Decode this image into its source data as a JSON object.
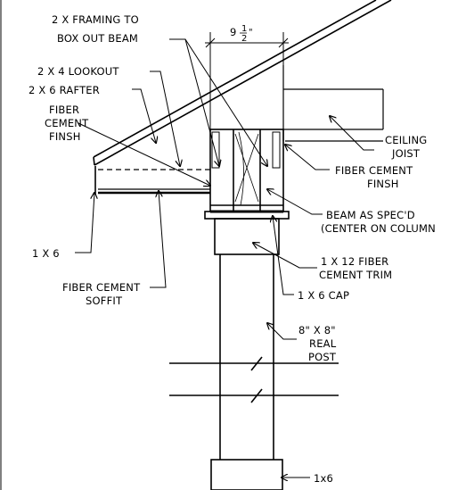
{
  "labels": {
    "framing_line1": "2 X FRAMING TO",
    "framing_line2": "BOX OUT BEAM",
    "dimension_whole": "9",
    "dimension_fraction_num": "1",
    "dimension_fraction_den": "2",
    "dimension_inch": "\"",
    "lookout": "2 X 4 LOOKOUT",
    "rafter": "2 X 6 RAFTER",
    "fiber_finish_1": "FIBER",
    "fiber_finish_2": "CEMENT",
    "fiber_finish_3": "FINSH",
    "ceiling_1": "CEILING",
    "ceiling_2": "JOIST",
    "fc_finish_1": "FIBER CEMENT",
    "fc_finish_2": "FINSH",
    "beam_1": "BEAM AS SPEC'D",
    "beam_2": "(CENTER ON COLUMN",
    "one_by_six": "1 X 6",
    "trim_1": "1 X 12 FIBER",
    "trim_2": "CEMENT TRIM",
    "cap": "1 X 6 CAP",
    "soffit_1": "FIBER CEMENT",
    "soffit_2": "SOFFIT",
    "post_1": "8\" X 8\"",
    "post_2": "REAL",
    "post_3": "POST",
    "bottom_1x6": "1x6"
  }
}
